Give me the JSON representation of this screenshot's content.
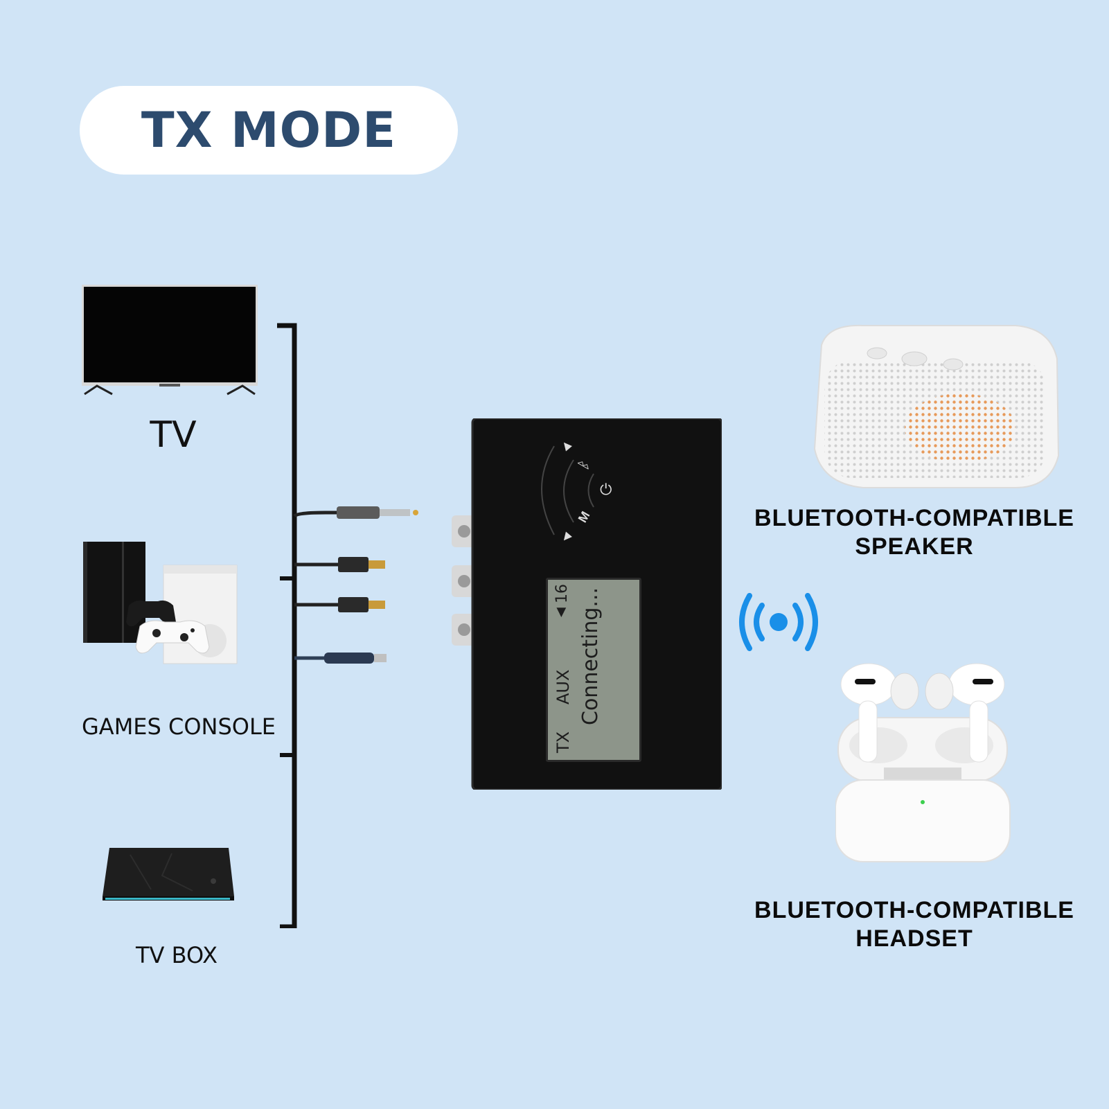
{
  "header": {
    "mode_label": "TX MODE"
  },
  "sources": [
    {
      "label": "TV"
    },
    {
      "label": "GAMES CONSOLE"
    },
    {
      "label": "TV BOX"
    }
  ],
  "device": {
    "display": {
      "mode": "TX",
      "input": "AUX",
      "status": "Connecting...",
      "volume": "16"
    },
    "buttons": [
      "up-icon",
      "bluetooth-icon",
      "power-icon",
      "mode-icon",
      "down-icon"
    ]
  },
  "outputs": [
    {
      "line1": "BLUETOOTH-COMPATIBLE",
      "line2": "SPEAKER"
    },
    {
      "line1": "BLUETOOTH-COMPATIBLE",
      "line2": "HEADSET"
    }
  ],
  "colors": {
    "background": "#d0e4f6",
    "pill": "#ffffff",
    "pill_text": "#2d4b6e",
    "signal": "#1a8fe8",
    "device": "#111111",
    "lcd": "#8d958a"
  }
}
